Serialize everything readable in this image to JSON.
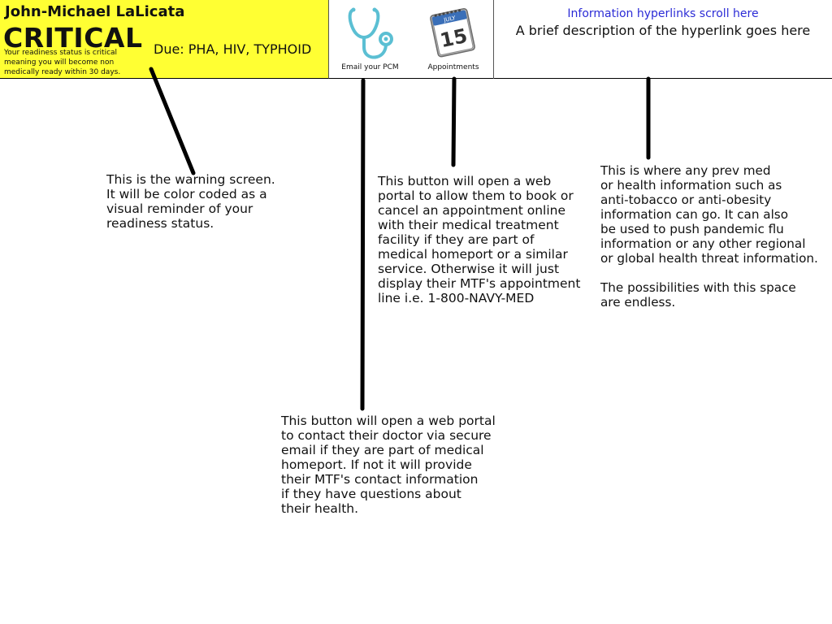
{
  "status": {
    "user_name": "John-Michael LaLicata",
    "status_word": "CRITICAL",
    "description": "Your readiness status is critical meaning you will become non medically ready within 30 days.",
    "due": "Due: PHA, HIV, TYPHOID",
    "background_color": "#ffff33"
  },
  "actions": {
    "email_label": "Email your PCM",
    "appointments_label": "Appointments",
    "calendar_month": "JULY",
    "calendar_day": "15"
  },
  "info": {
    "link_text": "Information hyperlinks scroll here",
    "link_description": "A brief description of the hyperlink goes here",
    "link_color": "#2b2bd6"
  },
  "notes": {
    "warning": "This is the warning screen.\nIt will be color coded as a\nvisual reminder of your\nreadiness status.",
    "appointments": "This button will open a web\nportal to allow them to book or\ncancel an appointment online\nwith their medical treatment\nfacility if they are part of\nmedical homeport or a similar\nservice. Otherwise it will just\ndisplay their MTF's appointment\nline i.e. 1-800-NAVY-MED",
    "info": "This is where any prev med\nor health information such as\nanti-tobacco or anti-obesity\ninformation can go. It can also\nbe used to push pandemic flu\ninformation or any other regional\nor global health threat information.\n\nThe possibilities with this space\nare endless.",
    "email": "This button will open a web portal\nto contact their doctor via secure\nemail if they are part of medical\nhomeport. If not it will provide\ntheir MTF's contact information\nif they have questions about\ntheir health."
  }
}
